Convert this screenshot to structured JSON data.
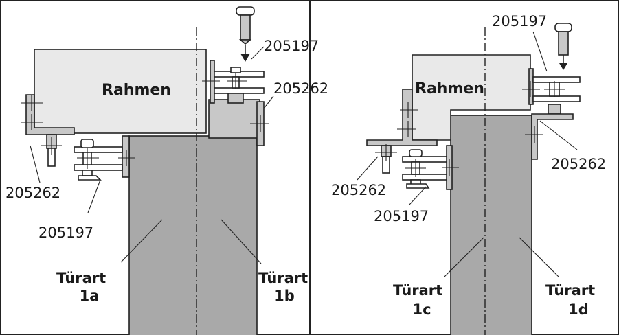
{
  "colors": {
    "frame_fill": "#e9e9e9",
    "door_fill": "#a9a9a9",
    "bracket_fill": "#c8c8c8",
    "outline": "#222222",
    "background": "#ffffff"
  },
  "left": {
    "frame_label": "Rahmen",
    "part_top_pin": "205197",
    "part_top_bracket": "205262",
    "part_bottom_bracket": "205262",
    "part_bottom_pin": "205197",
    "door_a": {
      "line1": "Türart",
      "line2": "1a"
    },
    "door_b": {
      "line1": "Türart",
      "line2": "1b"
    }
  },
  "right": {
    "frame_label": "Rahmen",
    "part_top_pin": "205197",
    "part_top_bracket": "205262",
    "part_bottom_bracket": "205262",
    "part_bottom_pin": "205197",
    "door_c": {
      "line1": "Türart",
      "line2": "1c"
    },
    "door_d": {
      "line1": "Türart",
      "line2": "1d"
    }
  }
}
